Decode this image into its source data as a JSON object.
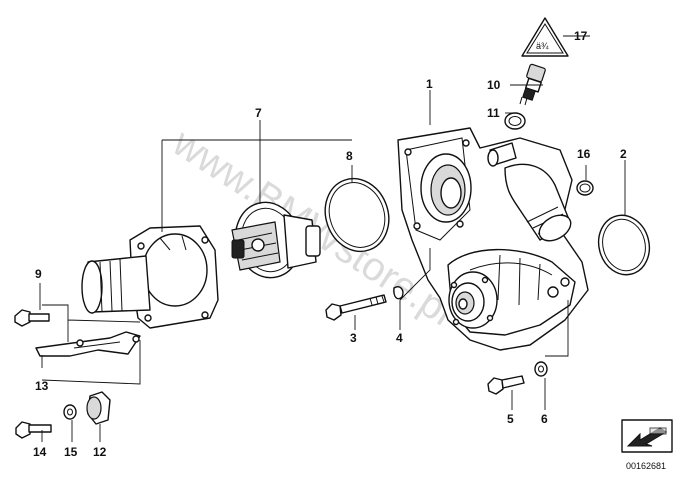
{
  "watermark": "www.BMWstore.pl",
  "reference_code": "00162681",
  "warning_symbol_text": "ä¾",
  "callouts": [
    "1",
    "2",
    "3",
    "4",
    "5",
    "6",
    "7",
    "8",
    "9",
    "10",
    "11",
    "12",
    "13",
    "14",
    "15",
    "16",
    "17"
  ],
  "colors": {
    "ink": "#111111",
    "watermark": "#bdbdbd",
    "paper": "#ffffff"
  },
  "icons": {
    "warning": "triangle-warning-icon",
    "navigation": "arrow-box-icon"
  }
}
